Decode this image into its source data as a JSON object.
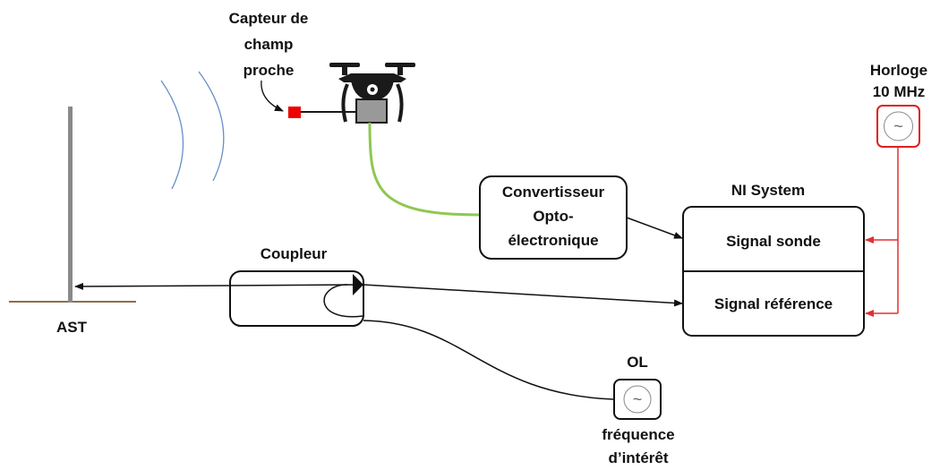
{
  "labels": {
    "sensor_line1": "Capteur de",
    "sensor_line2": "champ",
    "sensor_line3": "proche",
    "converter_line1": "Convertisseur",
    "converter_line2": "Opto-",
    "converter_line3": "électronique",
    "ni_system": "NI System",
    "signal_probe": "Signal sonde",
    "signal_reference": "Signal référence",
    "clock_line1": "Horloge",
    "clock_line2": "10 MHz",
    "coupler": "Coupleur",
    "ast": "AST",
    "ol": "OL",
    "freq_line1": "fréquence",
    "freq_line2": "d’intérêt"
  },
  "oscillator_symbol": "~",
  "colors": {
    "fiber": "#8dc850",
    "clock_border": "#dd2020",
    "clock_lines": "#e03030",
    "sensor": "#ee0000",
    "waves": "#6a8ec8",
    "ground": "#8b6f4e",
    "mast": "#8a8a8a",
    "drone": "#1a1a1a",
    "drone_box": "#999999"
  },
  "icons": [
    "drone-icon",
    "oscillator-icon",
    "antenna-mast-icon",
    "radio-wave-icon"
  ]
}
